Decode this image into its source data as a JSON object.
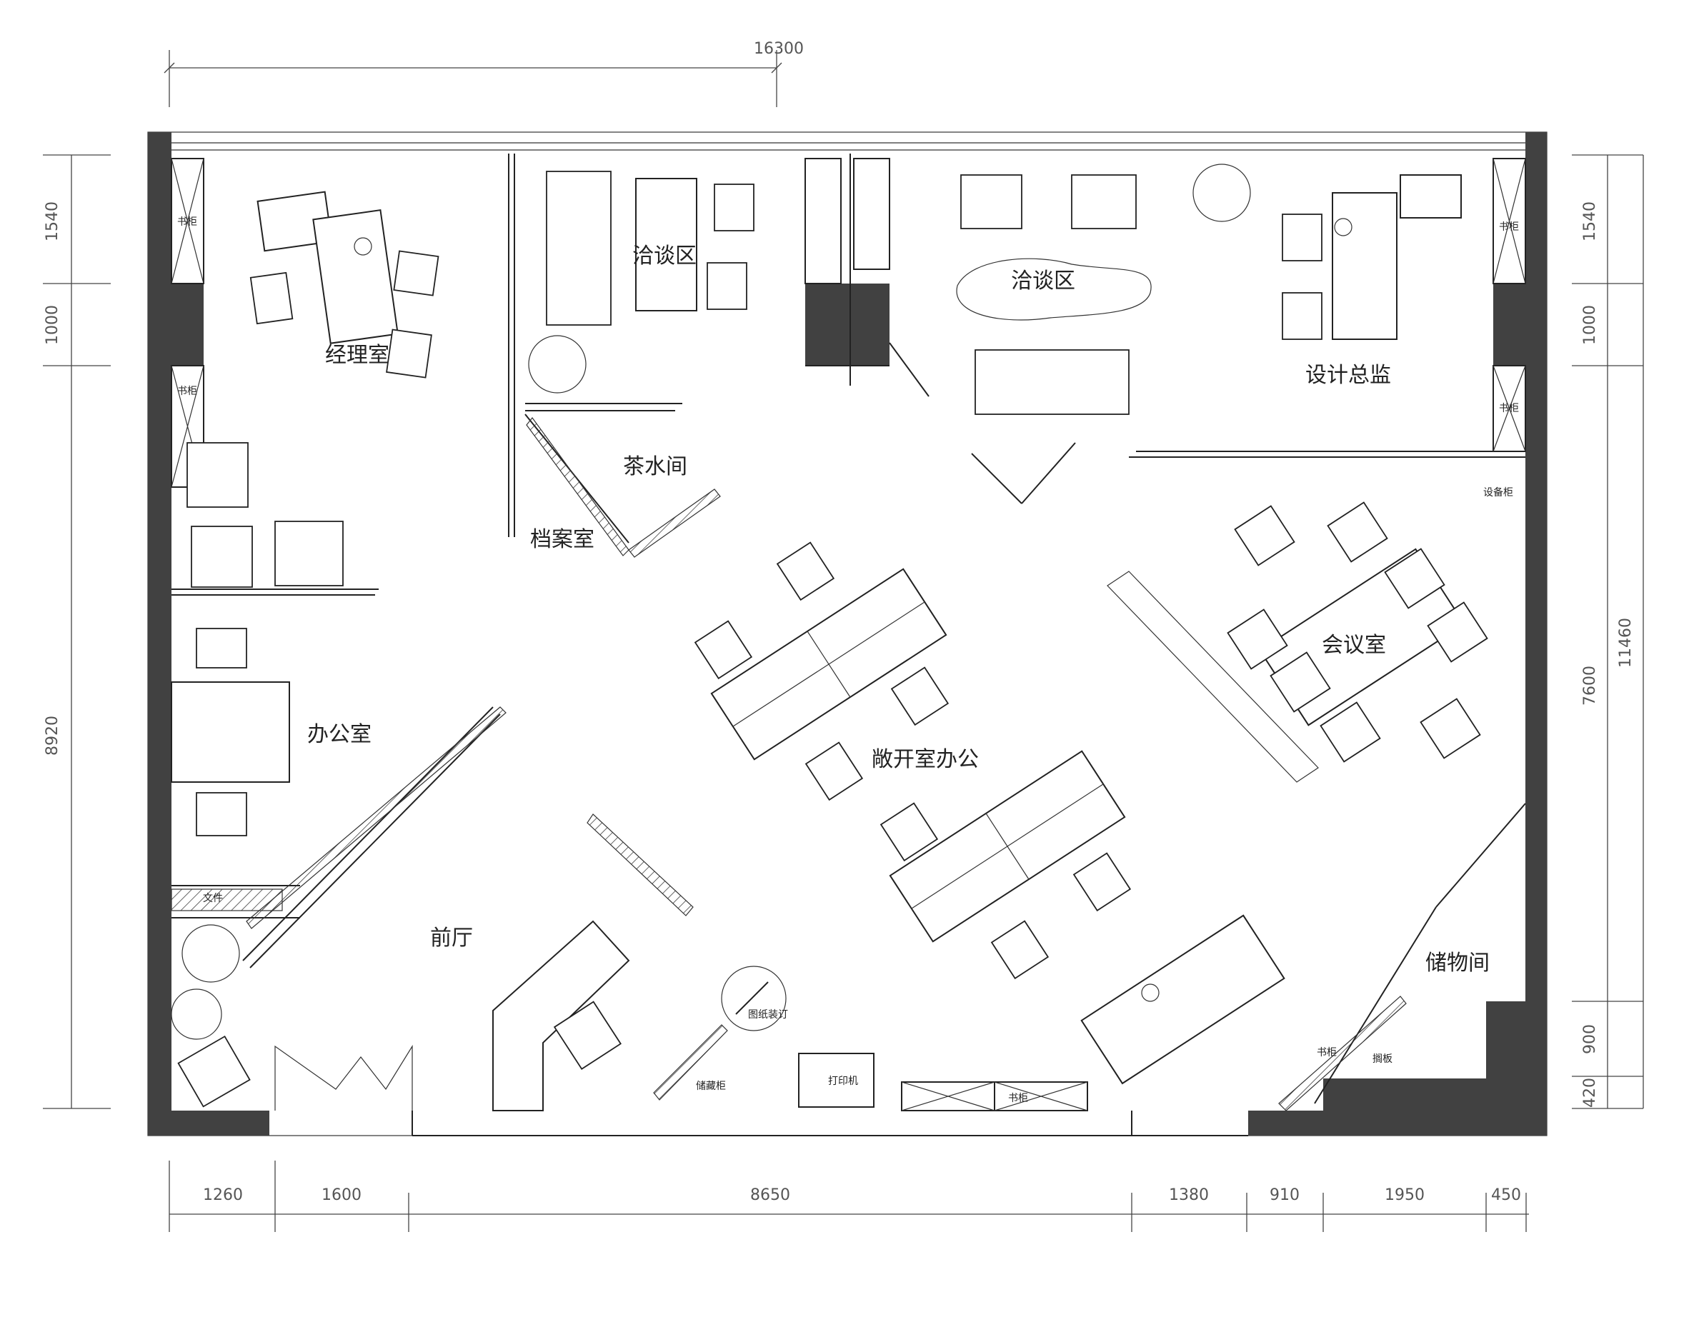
{
  "rooms": {
    "manager_office": "经理室",
    "negotiation_area_left": "洽谈区",
    "negotiation_area_right": "洽谈区",
    "design_director": "设计总监",
    "tea_room": "茶水间",
    "archive_room": "档案室",
    "office": "办公室",
    "open_office": "敞开室办公",
    "meeting_room": "会议室",
    "front_hall": "前厅",
    "storage_room": "储物间"
  },
  "furniture_labels": {
    "bookcase_top_left": "书柜",
    "bookcase_mid_left": "书柜",
    "bookcase_top_right": "书柜",
    "bookcase_mid_right": "书柜",
    "equipment_cabinet": "设备柜",
    "files": "文件",
    "drawing_binding": "图纸装订",
    "storage_cabinet": "储藏柜",
    "printer": "打印机",
    "bookcase_bottom": "书柜",
    "bookcase_bottom_right": "书柜",
    "shelf_board": "搁板"
  },
  "dimensions": {
    "top_total": "16300",
    "bottom": [
      "1260",
      "1600",
      "8650",
      "1380",
      "910",
      "1950",
      "450"
    ],
    "left_inner": [
      "1540",
      "1000"
    ],
    "left_outer": "8920",
    "right_inner": [
      "1540",
      "1000",
      "7600",
      "900",
      "420"
    ],
    "right_outer": "11460"
  }
}
